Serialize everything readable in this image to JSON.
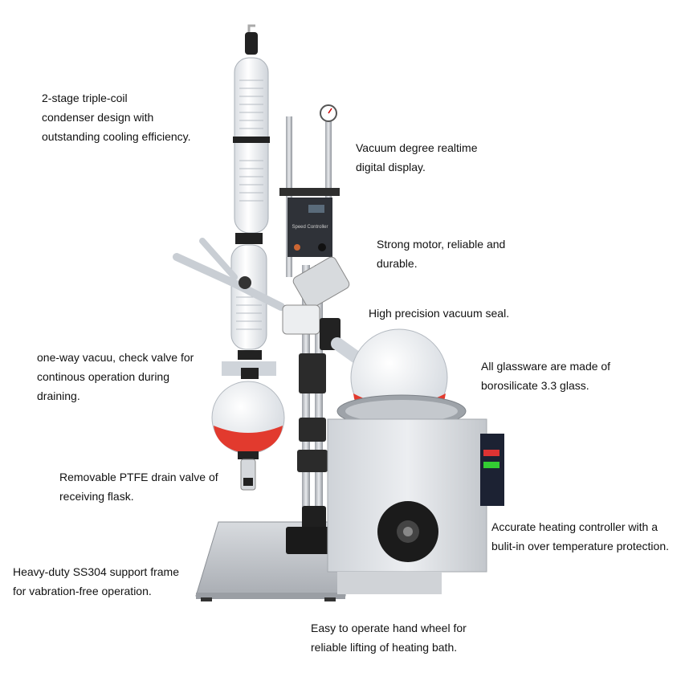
{
  "annotations": [
    {
      "id": "condenser",
      "lines": [
        "2-stage triple-coil",
        "condenser design with",
        "outstanding cooling efficiency."
      ]
    },
    {
      "id": "vacuum-display",
      "lines": [
        "Vacuum degree realtime",
        "digital display."
      ]
    },
    {
      "id": "motor",
      "lines": [
        "Strong motor, reliable and",
        "durable."
      ]
    },
    {
      "id": "vacuum-seal",
      "lines": [
        "High precision vacuum seal."
      ]
    },
    {
      "id": "glassware",
      "lines": [
        "All glassware are made of",
        "borosilicate 3.3 glass."
      ]
    },
    {
      "id": "check-valve",
      "lines": [
        "one-way vacuu, check valve for",
        "continous operation during",
        "draining."
      ]
    },
    {
      "id": "drain-valve",
      "lines": [
        "Removable PTFE drain valve of",
        "receiving flask."
      ]
    },
    {
      "id": "heating-controller",
      "lines": [
        "Accurate heating controller with a",
        "bulit-in over temperature protection."
      ]
    },
    {
      "id": "support-frame",
      "lines": [
        "Heavy-duty SS304 support frame",
        "for vabration-free operation."
      ]
    },
    {
      "id": "hand-wheel",
      "lines": [
        "Easy to operate hand wheel for",
        "reliable lifting of heating bath."
      ]
    }
  ],
  "controller_panel": {
    "label": "Speed Controller"
  },
  "colors": {
    "liquid": "#e23a2e",
    "bath_body": "#dfe2e6",
    "panel": "#2f3238",
    "steel": "#c9ccd0"
  }
}
